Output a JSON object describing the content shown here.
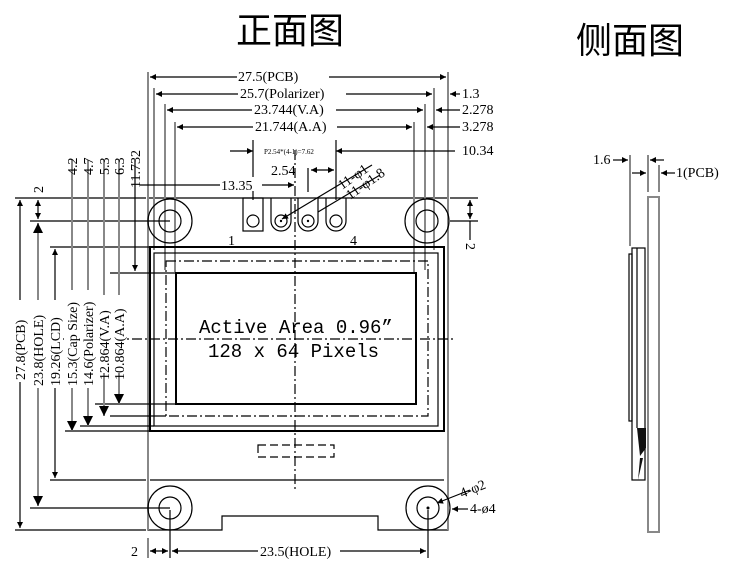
{
  "titles": {
    "front_view": "正面图",
    "side_view": "侧面图"
  },
  "active_area": {
    "line1": "Active Area 0.96”",
    "line2": "128 x 64 Pixels"
  },
  "pins": {
    "first": "1",
    "last": "4"
  },
  "horizontal_dims": {
    "pcb": "27.5(PCB)",
    "polarizer": "25.7(Polarizer)",
    "va": "23.744(V.A)",
    "aa": "21.744(A.A)",
    "pitch": "P2.54*(4-1)=7.62",
    "pin_offset": "13.35",
    "pin_pitch": "2.54",
    "r_1_3": "1.3",
    "r_2_278": "2.278",
    "r_3_278": "3.278",
    "r_10_34": "10.34",
    "hole_spacing": "23.5(HOLE)",
    "hole_edge": "2"
  },
  "vertical_dims": {
    "top_2": "2",
    "v4_2": "4.2",
    "v4_7": "4.7",
    "v5_3": "5.3",
    "v6_3": "6.3",
    "v11_732": "11.732",
    "pcb": "27.8(PCB)",
    "hole": "23.8(HOLE)",
    "lcd": "19.26(LCD)",
    "cap": "15.3(Cap  Size)",
    "polarizer": "14.6(Polarizer)",
    "va": "12.864(V.A)",
    "aa": "10.864(A.A)",
    "right_2": "2"
  },
  "callouts": {
    "pin_hole": "11-φ1",
    "pin_pad": "11-φ1.8",
    "mount_hole": "4-φ2",
    "mount_pad": "4-ø4"
  },
  "side_dims": {
    "total": "1.6",
    "pcb": "1(PCB)"
  }
}
